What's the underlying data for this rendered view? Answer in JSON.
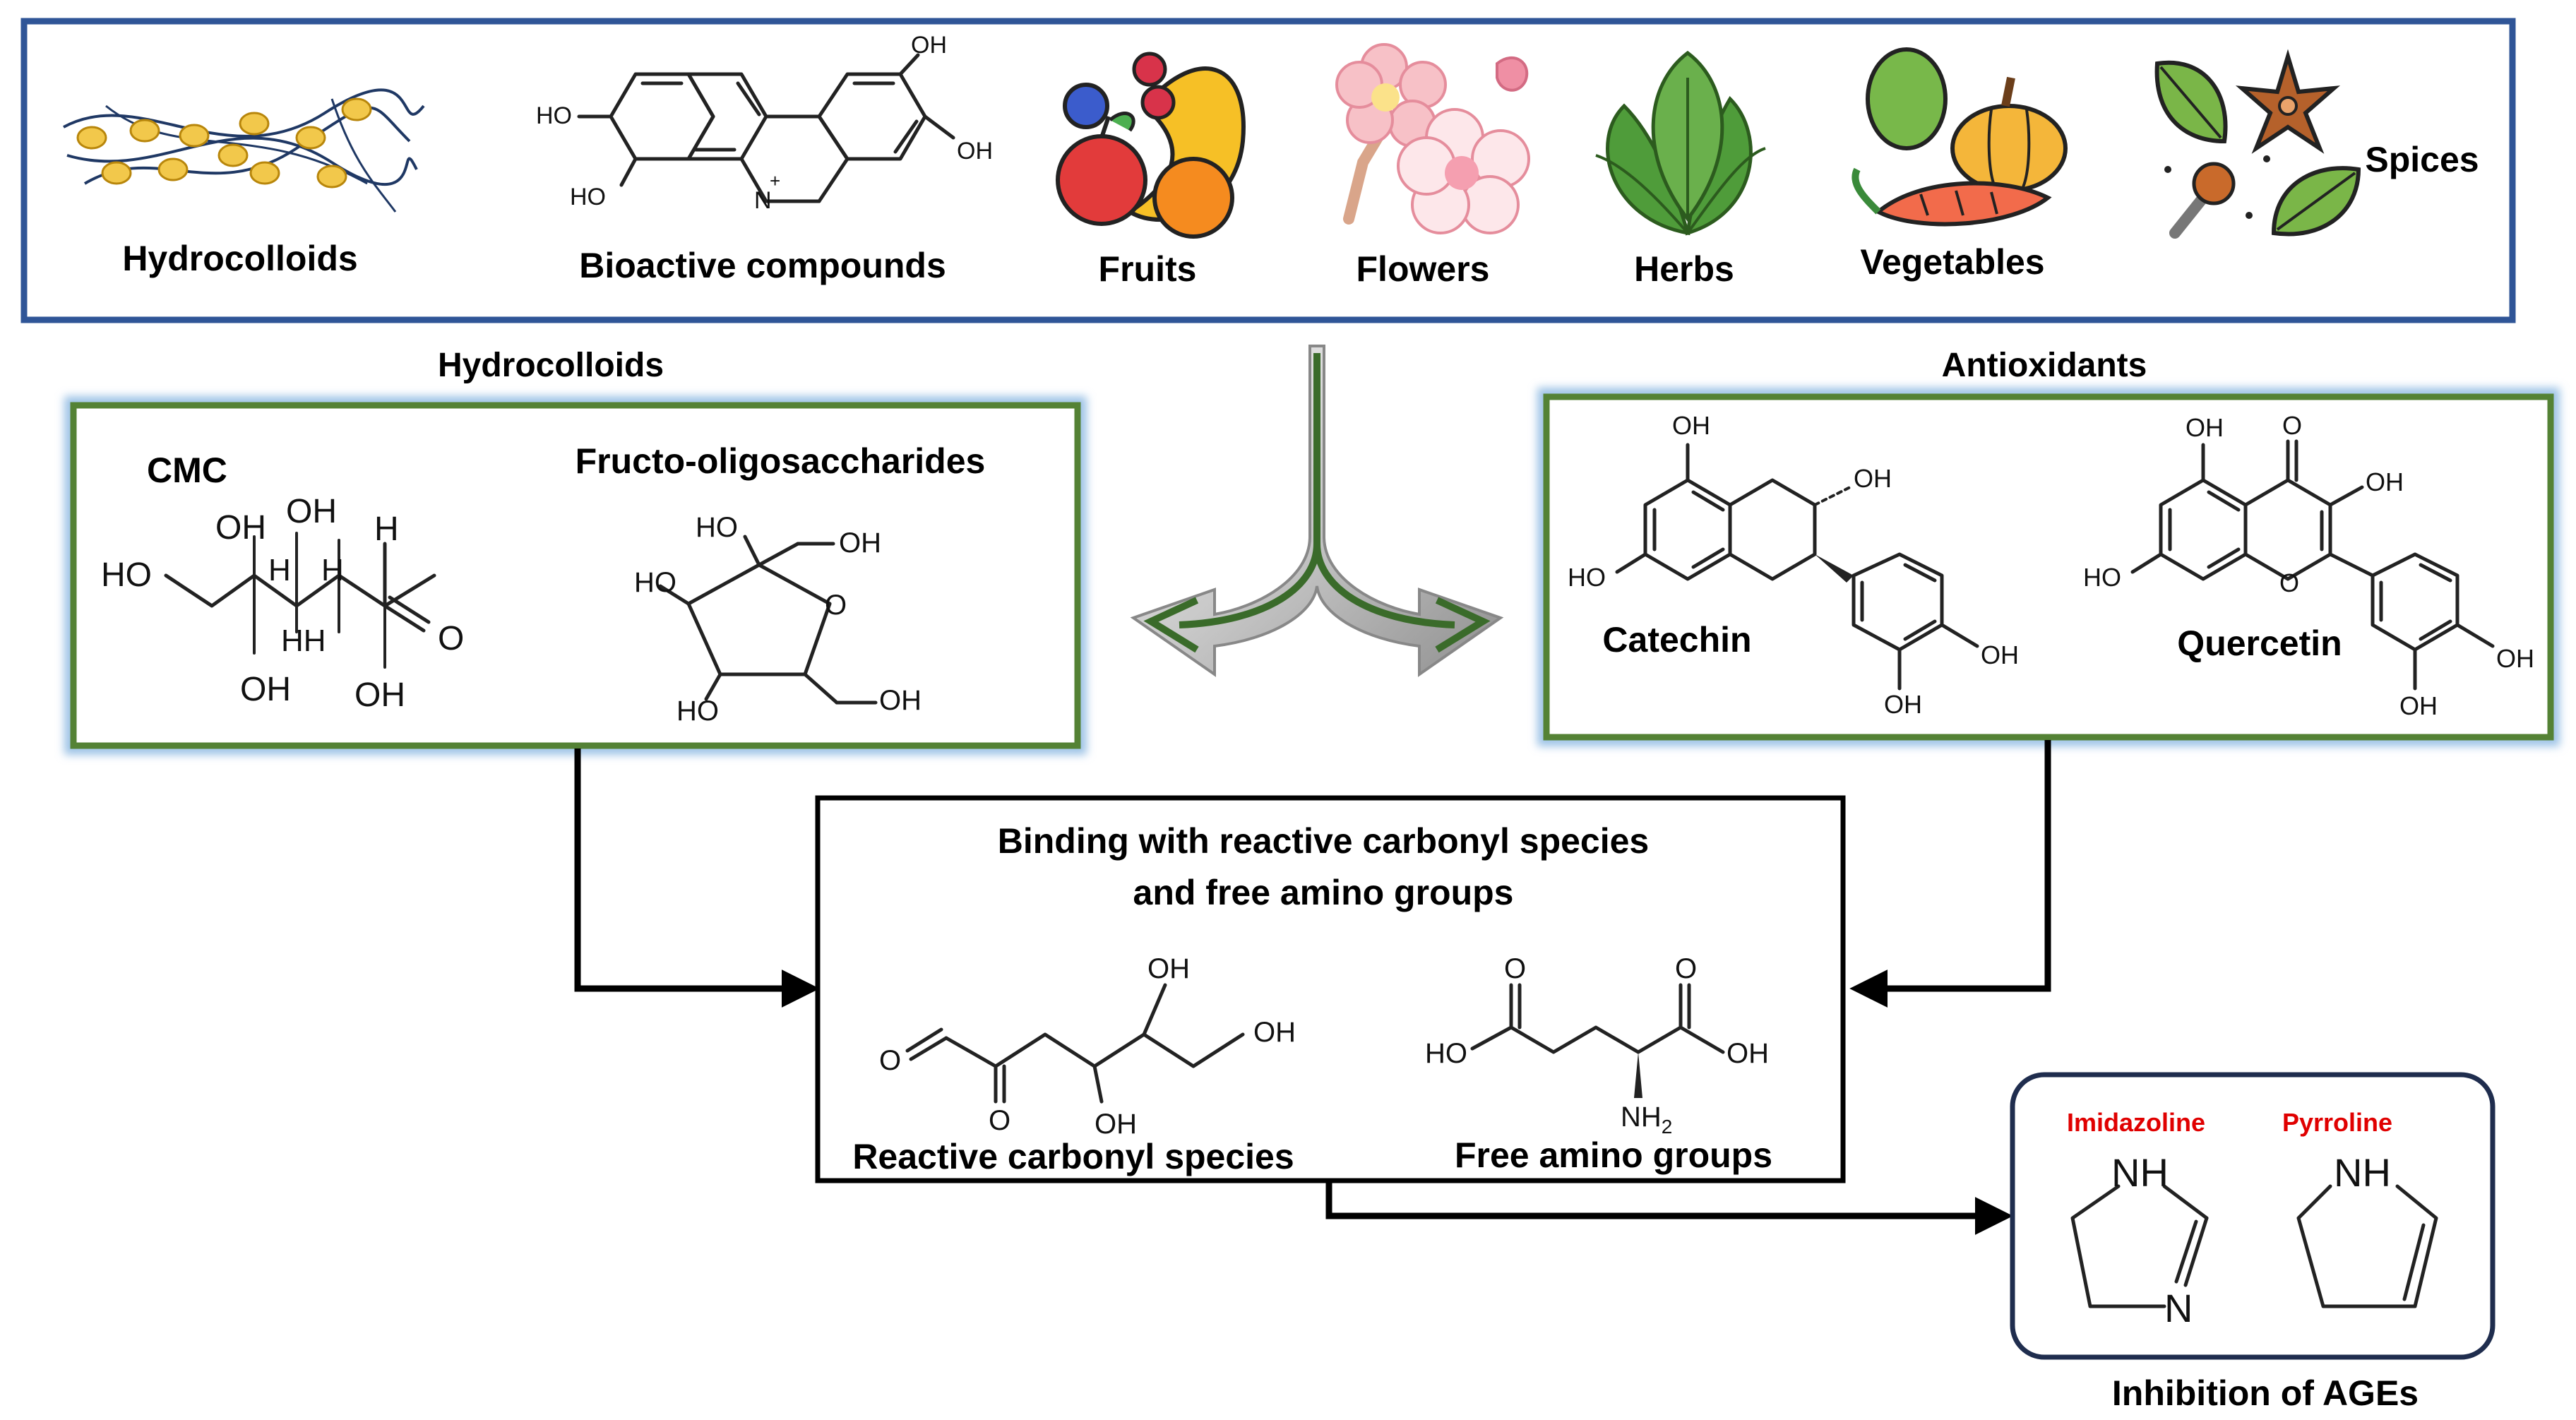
{
  "top_sources": {
    "hydrocolloids": "Hydrocolloids",
    "bioactive": "Bioactive compounds",
    "fruits": "Fruits",
    "flowers": "Flowers",
    "herbs": "Herbs",
    "vegetables": "Vegetables",
    "spices": "Spices"
  },
  "berberine_atoms": {
    "oh": "OH",
    "ho": "HO",
    "n_plus": "N",
    "plus": "+"
  },
  "hydrocolloids_panel": {
    "heading": "Hydrocolloids",
    "cmc_label": "CMC",
    "fos_label": "Fructo-oligosaccharides",
    "atoms": {
      "oh": "OH",
      "ho": "HO",
      "h": "H",
      "hh": "HH",
      "o": "O"
    }
  },
  "antioxidants_panel": {
    "heading": "Antioxidants",
    "catechin_label": "Catechin",
    "quercetin_label": "Quercetin",
    "atoms": {
      "oh": "OH",
      "ho": "HO",
      "o": "O"
    }
  },
  "binding_box": {
    "title_line1": "Binding with reactive carbonyl species",
    "title_line2": "and free amino groups",
    "rcs_label": "Reactive carbonyl species",
    "amino_label": "Free amino groups",
    "atoms": {
      "o": "O",
      "oh": "OH",
      "ho": "HO",
      "nh": "NH",
      "sub2": "2"
    }
  },
  "inhibition_box": {
    "imidazoline_label": "Imidazoline",
    "pyrroline_label": "Pyrroline",
    "nh": "NH",
    "n": "N",
    "caption": "Inhibition of AGEs"
  },
  "colors": {
    "top_border": "#2f5597",
    "panel_border": "#548235",
    "panel_glow": "#9dc3e6",
    "arrow_green": "#3a6b2a",
    "inhib_border": "#1f2d4e",
    "red_label": "#e00000"
  }
}
